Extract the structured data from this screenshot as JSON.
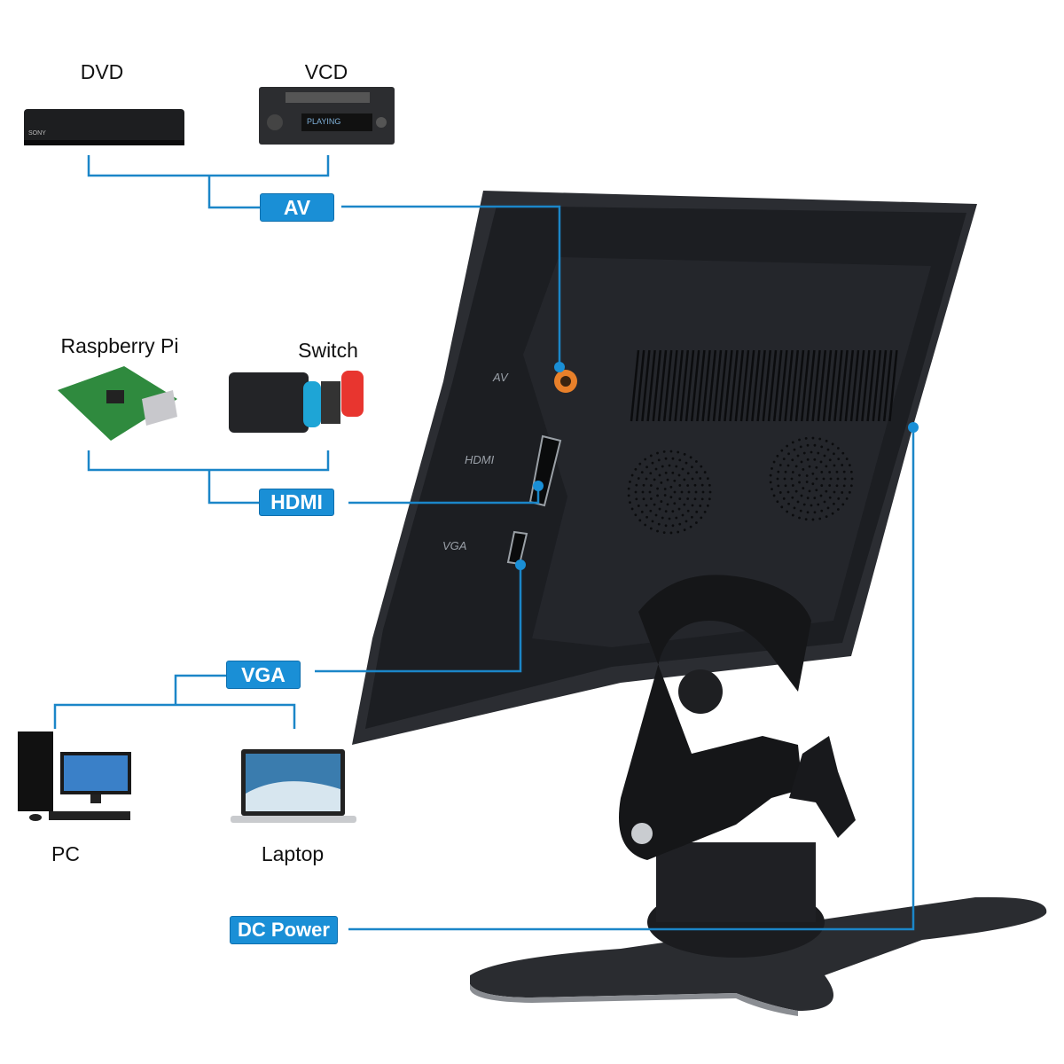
{
  "devices": {
    "dvd": "DVD",
    "vcd": "VCD",
    "vcd_display": "PLAYING",
    "dvd_brand": "SONY",
    "raspberry_pi": "Raspberry Pi",
    "switch": "Switch",
    "pc": "PC",
    "laptop": "Laptop"
  },
  "ports": {
    "av": "AV",
    "hdmi": "HDMI",
    "vga": "VGA",
    "dc_power": "DC Power"
  },
  "monitor_port_labels": {
    "av": "AV",
    "hdmi": "HDMI",
    "vga": "VGA"
  },
  "colors": {
    "accent": "#1a8fd6",
    "line": "#1b86c8",
    "monitor": "#1c1e22"
  }
}
